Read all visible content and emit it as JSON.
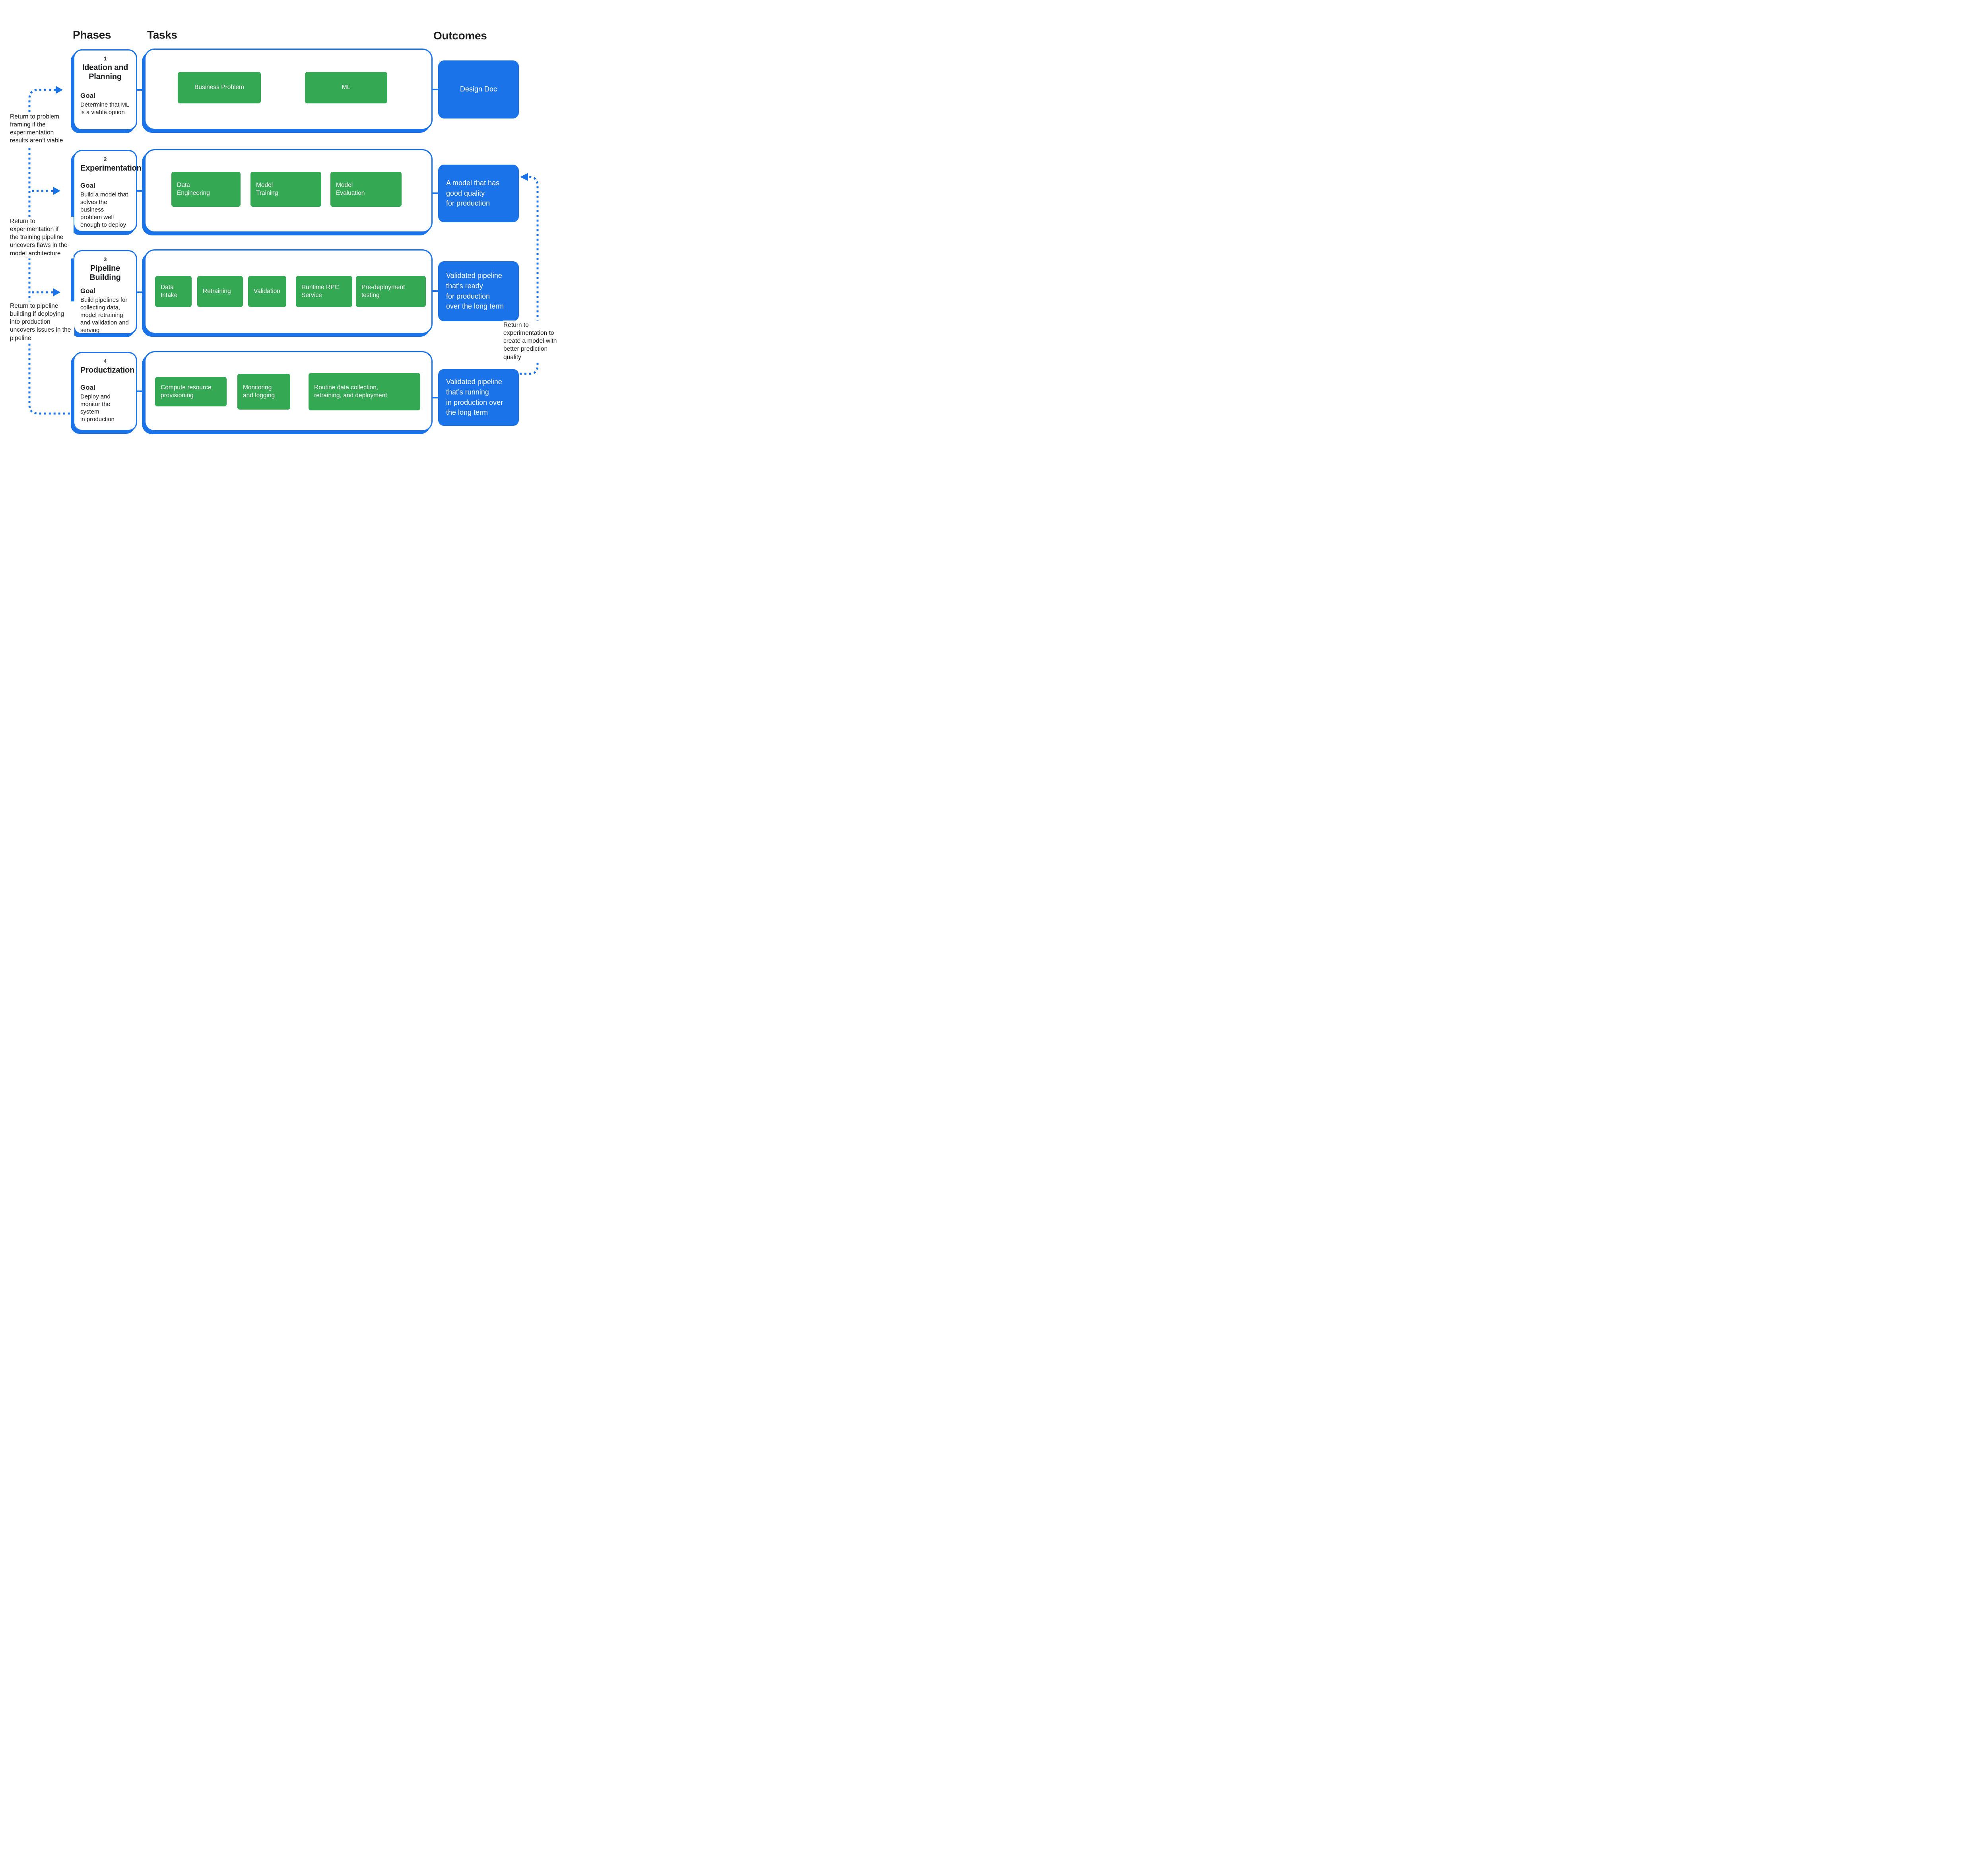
{
  "headers": {
    "phases": "Phases",
    "tasks": "Tasks",
    "outcomes": "Outcomes"
  },
  "colors": {
    "blue": "#1A73E8",
    "green": "#34A853",
    "text": "#202124",
    "background": "#FFFFFF"
  },
  "phases": [
    {
      "number": "1",
      "title": "Ideation and\nPlanning",
      "goal_label": "Goal",
      "goal": "Determine that ML\nis a viable option"
    },
    {
      "number": "2",
      "title": "Experimentation",
      "goal_label": "Goal",
      "goal": "Build a model that\nsolves the business\nproblem well\nenough to deploy"
    },
    {
      "number": "3",
      "title": "Pipeline Building",
      "goal_label": "Goal",
      "goal": "Build pipelines for\ncollecting data,\nmodel retraining\nand validation and\nserving"
    },
    {
      "number": "4",
      "title": "Productization",
      "goal_label": "Goal",
      "goal": "Deploy and\nmonitor the system\nin production"
    }
  ],
  "tasks": {
    "row1": [
      "Business Problem",
      "ML"
    ],
    "row2": [
      "Data\nEngineering",
      "Model\nTraining",
      "Model\nEvaluation"
    ],
    "row3": [
      "Data\nIntake",
      "Retraining",
      "Validation",
      "Runtime RPC\nService",
      "Pre-deployment\ntesting"
    ],
    "row4": [
      "Compute  resource\nprovisioning",
      "Monitoring\nand logging",
      "Routine data collection,\nretraining, and deployment"
    ]
  },
  "outcomes": [
    "Design Doc",
    "A model that has\ngood quality\nfor production",
    "Validated pipeline\nthat’s ready\nfor production\nover the long term",
    "Validated pipeline\nthat’s running\nin production over\nthe long term"
  ],
  "annotations": {
    "left1": "Return to problem\nframing if the\nexperimentation\nresults aren’t viable",
    "left2": "Return to\nexperimentation if\nthe training pipeline\nuncovers flaws in the\nmodel architecture",
    "left3": "Return to pipeline\nbuilding if deploying\ninto production\nuncovers issues in the\npipeline",
    "right": "Return to\nexperimentation to\ncreate a model with\nbetter prediction\nquality"
  }
}
